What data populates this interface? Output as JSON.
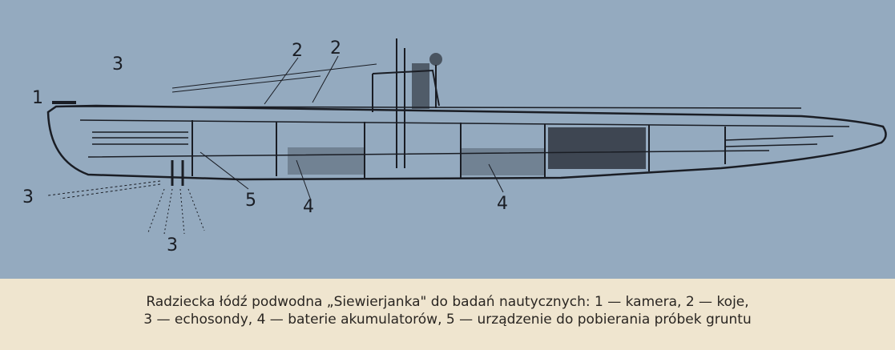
{
  "diagram": {
    "callouts": [
      {
        "id": "1-camera",
        "text": "1"
      },
      {
        "id": "2-berth-a",
        "text": "2"
      },
      {
        "id": "2-berth-b",
        "text": "2"
      },
      {
        "id": "3-echo-top",
        "text": "3"
      },
      {
        "id": "3-echo-left",
        "text": "3"
      },
      {
        "id": "3-echo-bottom",
        "text": "3"
      },
      {
        "id": "4-battery-a",
        "text": "4"
      },
      {
        "id": "4-battery-b",
        "text": "4"
      },
      {
        "id": "5-sampler",
        "text": "5"
      }
    ]
  },
  "caption": {
    "line1": "Radziecka łódź podwodna „Siewierjanka\" do badań nautycznych: 1 — kamera, 2 — koje,",
    "line2": "3 — echosondy, 4 — baterie akumulatorów, 5 — urządzenie do pobierania próbek gruntu"
  },
  "colors": {
    "background": "#94aabf",
    "ink": "#1a1d24",
    "paper": "#efe5cf"
  }
}
